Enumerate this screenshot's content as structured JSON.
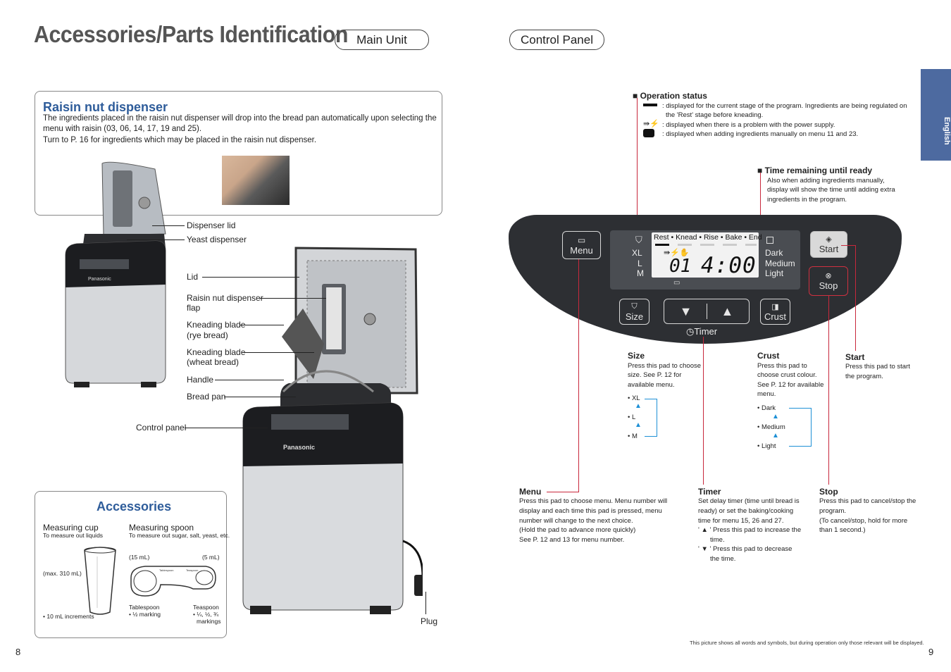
{
  "header": {
    "title": "Accessories/Parts Identification",
    "main_unit": "Main Unit",
    "control_panel": "Control Panel"
  },
  "side_tab": "English",
  "raisin": {
    "heading": "Raisin nut dispenser",
    "line1": "The ingredients placed in the raisin nut dispenser will drop into the bread pan automatically upon selecting the",
    "line2": "menu with raisin (03, 06, 14, 17, 19 and 25).",
    "line3": "Turn to P. 16 for ingredients which may be placed in the raisin nut dispenser."
  },
  "parts": {
    "dispenser_lid": "Dispenser lid",
    "yeast_dispenser": "Yeast dispenser",
    "lid": "Lid",
    "flap1": "Raisin nut dispenser",
    "flap2": "flap",
    "rye1": "Kneading blade",
    "rye2": "(rye bread)",
    "wheat1": "Kneading blade",
    "wheat2": "(wheat bread)",
    "handle": "Handle",
    "bread_pan": "Bread pan",
    "control_panel": "Control panel",
    "plug": "Plug"
  },
  "accessories": {
    "heading": "Accessories",
    "cup_title": "Measuring cup",
    "cup_sub": "To measure out liquids",
    "cup_max": "(max. 310 mL)",
    "cup_inc": "• 10 mL increments",
    "spoon_title": "Measuring spoon",
    "spoon_sub": "To measure out sugar, salt, yeast, etc.",
    "spoon_15": "(15 mL)",
    "spoon_5": "(5 mL)",
    "tbsp": "Tablespoon",
    "tbsp_mark": "• ½ marking",
    "tsp": "Teaspoon",
    "tsp_mark1": "• ¼, ½, ¾",
    "tsp_mark2": "markings",
    "spoon_engr_tb": "Tablespoon",
    "spoon_engr_ts": "Teaspoon"
  },
  "op_status": {
    "heading": "■ Operation status",
    "l1a": ": displayed for the current stage of the program. Ingredients are being regulated on",
    "l1b": "the 'Rest' stage before kneading.",
    "l2": ": displayed when there is a problem with the power supply.",
    "l3": ": displayed when adding ingredients manually on menu 11 and 23."
  },
  "time_remaining": {
    "heading": "■ Time remaining until ready",
    "l1": "Also when adding ingredients manually,",
    "l2": "display will show the time until adding extra",
    "l3": "ingredients in the program."
  },
  "panel": {
    "menu": "Menu",
    "start": "Start",
    "stop": "Stop",
    "size": "Size",
    "crust": "Crust",
    "timer": "Timer",
    "stages": "Rest • Knead • Rise • Bake • End",
    "xl": "XL",
    "l": "L",
    "m": "M",
    "dark": "Dark",
    "medium": "Medium",
    "light": "Light",
    "menu_no": "01",
    "time": "4:00",
    "down": "▼",
    "up": "▲"
  },
  "desc": {
    "size_h": "Size",
    "size_1": "Press this pad to choose",
    "size_2": "size. See P. 12 for",
    "size_3": "available menu.",
    "size_xl": "• XL",
    "size_l": "• L",
    "size_m": "• M",
    "crust_h": "Crust",
    "crust_1": "Press this pad to",
    "crust_2": "choose crust colour.",
    "crust_3": "See P. 12 for available",
    "crust_4": "menu.",
    "crust_dark": "• Dark",
    "crust_medium": "• Medium",
    "crust_light": "• Light",
    "start_h": "Start",
    "start_1": "Press this pad to start",
    "start_2": "the program.",
    "menu_h": "Menu",
    "menu_1": "Press this pad to choose menu. Menu number will",
    "menu_2": "display and each time this pad is pressed, menu",
    "menu_3": "number will change to the next choice.",
    "menu_4": "(Hold the pad to advance more quickly)",
    "menu_5": "See P. 12 and 13 for menu number.",
    "timer_h": "Timer",
    "timer_1": "Set delay timer (time until bread is",
    "timer_2": "ready) or set the baking/cooking",
    "timer_3": "time for menu 15, 26 and 27.",
    "timer_4": "' ▲ ' Press this pad to increase the",
    "timer_5": "time.",
    "timer_6": "' ▼ ' Press this pad to decrease",
    "timer_7": "the time.",
    "stop_h": "Stop",
    "stop_1": "Press this pad to cancel/stop the",
    "stop_2": "program.",
    "stop_3": "(To cancel/stop, hold for more",
    "stop_4": "than 1 second.)"
  },
  "footer": {
    "note": "This picture shows all words and symbols, but during operation only those relevant will be displayed.",
    "page_left": "8",
    "page_right": "9"
  },
  "brand": "Panasonic"
}
